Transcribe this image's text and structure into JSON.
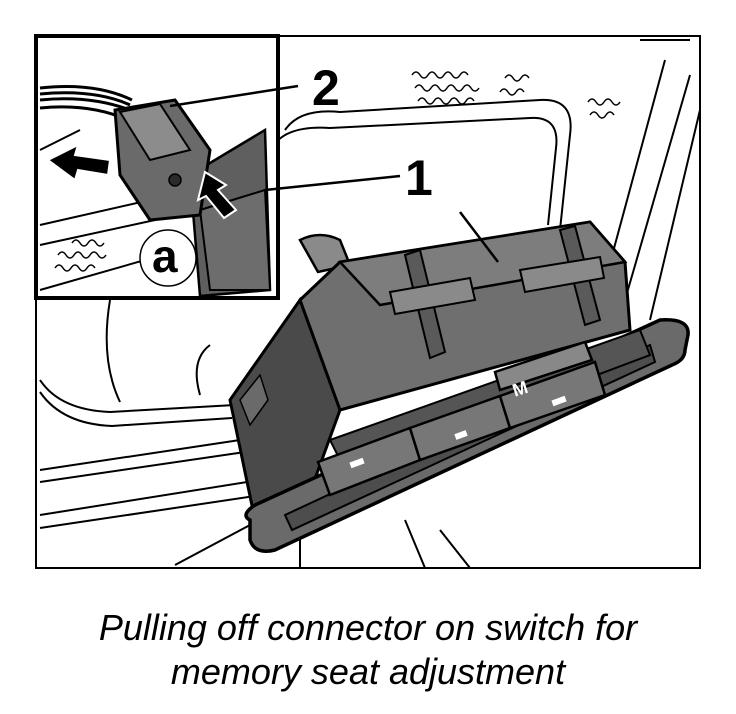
{
  "figure": {
    "callouts": {
      "connector": "2",
      "switch": "1",
      "release_tab": "a"
    }
  },
  "caption": {
    "line1": "Pulling off connector on switch for",
    "line2": "memory seat adjustment"
  },
  "switch_labels": {
    "memory": "M"
  },
  "colors": {
    "housing": "#6f6f6f",
    "housing_dark": "#3a3a3a",
    "housing_light": "#9a9a9a",
    "outline": "#000000",
    "background": "#ffffff"
  }
}
